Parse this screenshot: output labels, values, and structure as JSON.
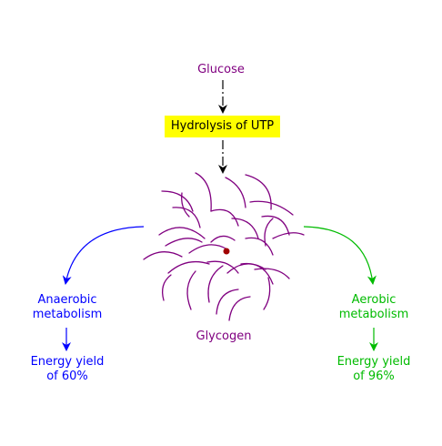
{
  "glucose": "Glucose",
  "hydrolysis": "Hydrolysis of UTP",
  "glycogen": "Glycogen",
  "anaerobic": {
    "line1": "Anaerobic",
    "line2": "metabolism",
    "yield1": "Energy yield",
    "yield2": "of 60%",
    "color": "#0000ff"
  },
  "aerobic": {
    "line1": "Aerobic",
    "line2": "metabolism",
    "yield1": "Energy yield",
    "yield2": "of 96%",
    "color": "#00bb00"
  },
  "colors": {
    "glycogen": "#800080",
    "highlight": "#ffff00",
    "core": "#a00000"
  }
}
